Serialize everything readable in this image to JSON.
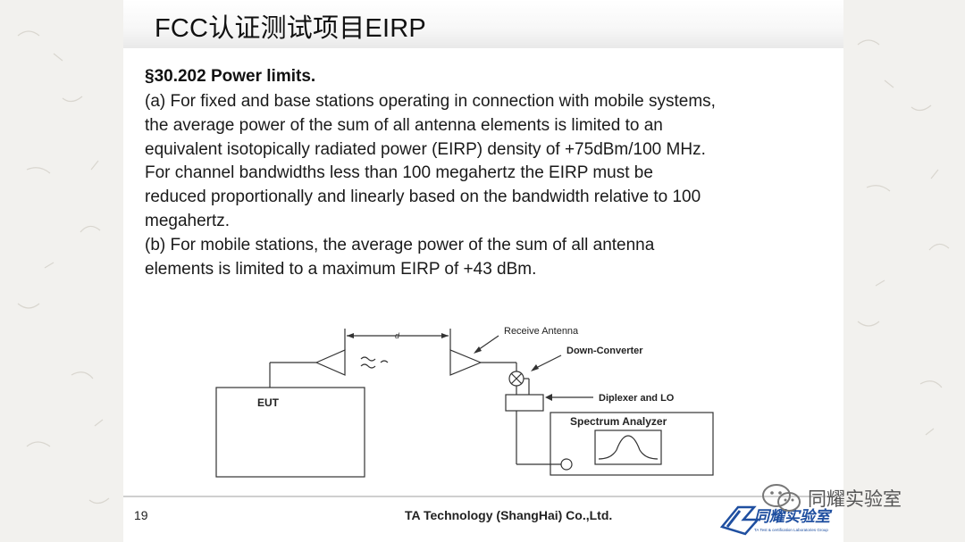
{
  "slide": {
    "title": "FCC认证测试项目EIRP",
    "section_heading": "§30.202 Power limits.",
    "paragraph_a": [
      "(a) For fixed and base stations operating in connection with mobile systems,",
      "the average power of the sum of all antenna elements is limited to an",
      "equivalent isotopically radiated power (EIRP) density of +75dBm/100 MHz.",
      "For channel bandwidths less than 100 megahertz the EIRP must be",
      "reduced proportionally and linearly based on the bandwidth relative to 100",
      "megahertz."
    ],
    "paragraph_b": [
      "(b) For mobile stations, the average power of the sum of all antenna",
      "elements is limited to a maximum EIRP of +43 dBm."
    ]
  },
  "diagram": {
    "distance_label": "d",
    "receive_antenna": "Receive Antenna",
    "down_converter": "Down-Converter",
    "diplexer": "Diplexer and LO",
    "eut": "EUT",
    "spectrum_analyzer": "Spectrum Analyzer"
  },
  "footer": {
    "page_number": "19",
    "company": "TA Technology (ShangHai) Co.,Ltd.",
    "logo_text": "同耀实验室",
    "logo_subtext": "TA Test & certification Laboratories Group",
    "wechat_account": "同耀实验室"
  },
  "colors": {
    "background": "#f2f1ee",
    "slide": "#ffffff",
    "logo_blue": "#1f4fa0"
  }
}
